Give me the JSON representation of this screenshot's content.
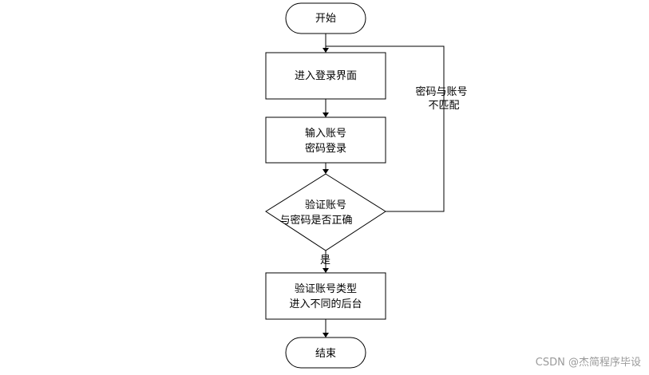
{
  "nodes": {
    "start": "开始",
    "login_page": "进入登录界面",
    "input_line1": "输入账号",
    "input_line2": "密码登录",
    "verify_line1": "验证账号",
    "verify_line2": "与密码是否正确",
    "dispatch_line1": "验证账号类型",
    "dispatch_line2": "进入不同的后台",
    "end": "结束"
  },
  "edges": {
    "yes_label": "是",
    "mismatch_line1": "密码与账号",
    "mismatch_line2": "不匹配"
  },
  "watermark": "CSDN @杰简程序毕设"
}
